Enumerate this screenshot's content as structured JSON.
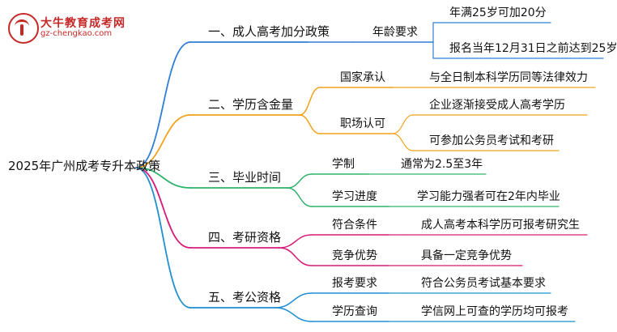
{
  "logo": {
    "name": "大牛教育成考网",
    "url": "gz-chengkao.com"
  },
  "mindmap": {
    "root": "2025年广州成考专升本政策",
    "branches": [
      {
        "label": "一、成人高考加分政策",
        "color": "#2f7fd6",
        "children": [
          {
            "label": "年龄要求",
            "leaves": [
              "年满25岁可加20分",
              "报名当年12月31日之前达到25岁"
            ]
          }
        ]
      },
      {
        "label": "二、学历含金量",
        "color": "#f0a21a",
        "children": [
          {
            "label": "国家承认",
            "leaves": [
              "与全日制本科学历同等法律效力"
            ]
          },
          {
            "label": "职场认可",
            "leaves": [
              "企业逐渐接受成人高考学历",
              "可参加公务员考试和考研"
            ]
          }
        ]
      },
      {
        "label": "三、毕业时间",
        "color": "#2fb36b",
        "children": [
          {
            "label": "学制",
            "leaves": [
              "通常为2.5至3年"
            ]
          },
          {
            "label": "学习进度",
            "leaves": [
              "学习能力强者可在2年内毕业"
            ]
          }
        ]
      },
      {
        "label": "四、考研资格",
        "color": "#d81b78",
        "children": [
          {
            "label": "符合条件",
            "leaves": [
              "成人高考本科学历可报考研究生"
            ]
          },
          {
            "label": "竞争优势",
            "leaves": [
              "具备一定竞争优势"
            ]
          }
        ]
      },
      {
        "label": "五、考公资格",
        "color": "#1e8fd0",
        "children": [
          {
            "label": "报考要求",
            "leaves": [
              "符合公务员考试基本要求"
            ]
          },
          {
            "label": "学历查询",
            "leaves": [
              "学信网上可查的学历均可报考"
            ]
          }
        ]
      }
    ]
  }
}
